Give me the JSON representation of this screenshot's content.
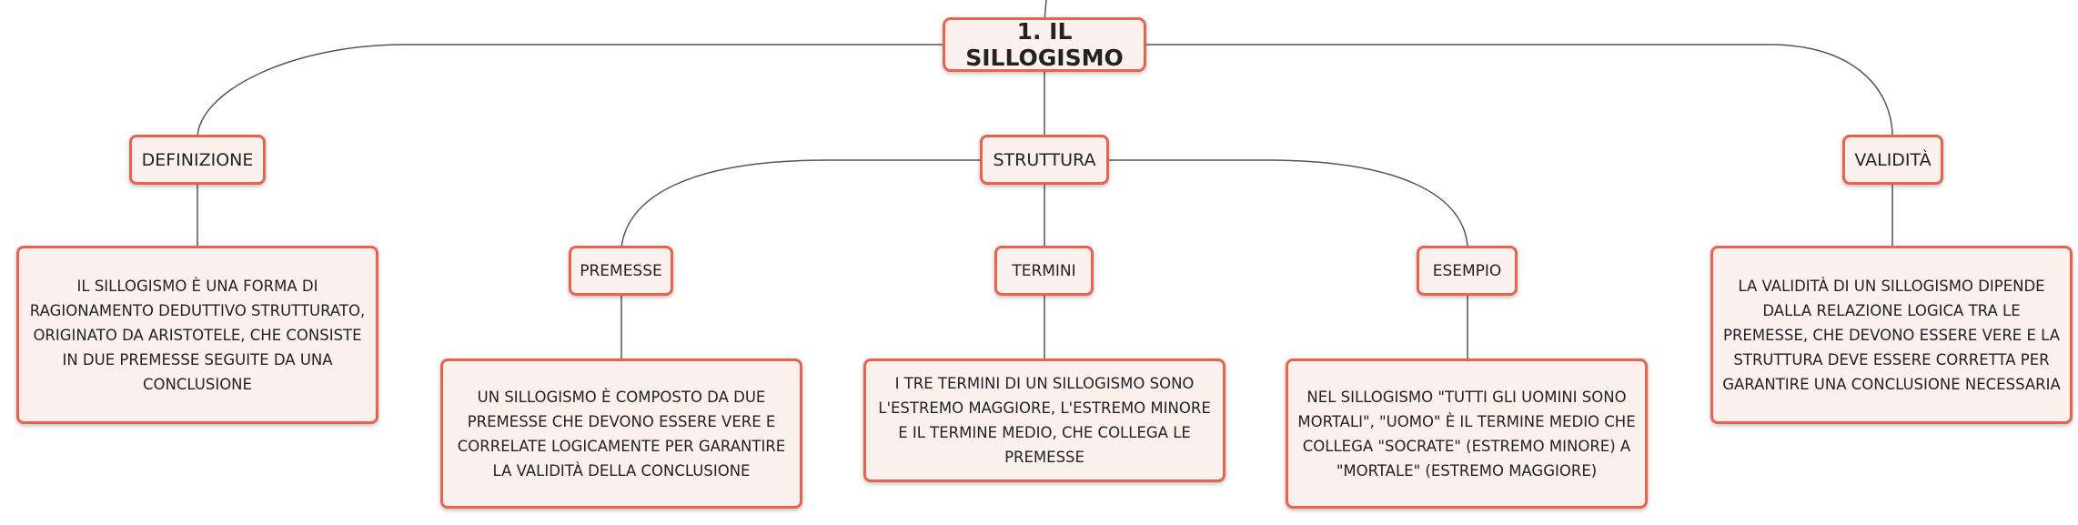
{
  "root": {
    "label": "1. IL SILLOGISMO"
  },
  "branches": {
    "definizione": {
      "label": "DEFINIZIONE",
      "text": "IL SILLOGISMO È UNA FORMA DI RAGIONAMENTO DEDUTTIVO STRUTTURATO, ORIGINATO DA ARISTOTELE, CHE CONSISTE IN DUE PREMESSE SEGUITE DA UNA CONCLUSIONE"
    },
    "struttura": {
      "label": "STRUTTURA",
      "premesse": {
        "label": "PREMESSE",
        "text": "UN SILLOGISMO È COMPOSTO DA DUE PREMESSE CHE DEVONO ESSERE VERE E CORRELATE LOGICAMENTE PER GARANTIRE LA VALIDITÀ DELLA CONCLUSIONE"
      },
      "termini": {
        "label": "TERMINI",
        "text": "I TRE TERMINI DI UN SILLOGISMO SONO L'ESTREMO MAGGIORE, L'ESTREMO MINORE E IL TERMINE MEDIO, CHE COLLEGA LE PREMESSE"
      },
      "esempio": {
        "label": "ESEMPIO",
        "text": "NEL SILLOGISMO \"TUTTI GLI UOMINI SONO MORTALI\", \"UOMO\" È IL TERMINE MEDIO CHE COLLEGA \"SOCRATE\" (ESTREMO MINORE) A \"MORTALE\" (ESTREMO MAGGIORE)"
      }
    },
    "validita": {
      "label": "VALIDITÀ",
      "text": "LA VALIDITÀ DI UN SILLOGISMO DIPENDE DALLA RELAZIONE LOGICA TRA LE PREMESSE, CHE DEVONO ESSERE VERE E LA STRUTTURA DEVE ESSERE CORRETTA PER GARANTIRE UNA CONCLUSIONE NECESSARIA"
    }
  },
  "colors": {
    "border": "#e8624d",
    "fill": "#fdf1ee",
    "connector": "#555555"
  }
}
